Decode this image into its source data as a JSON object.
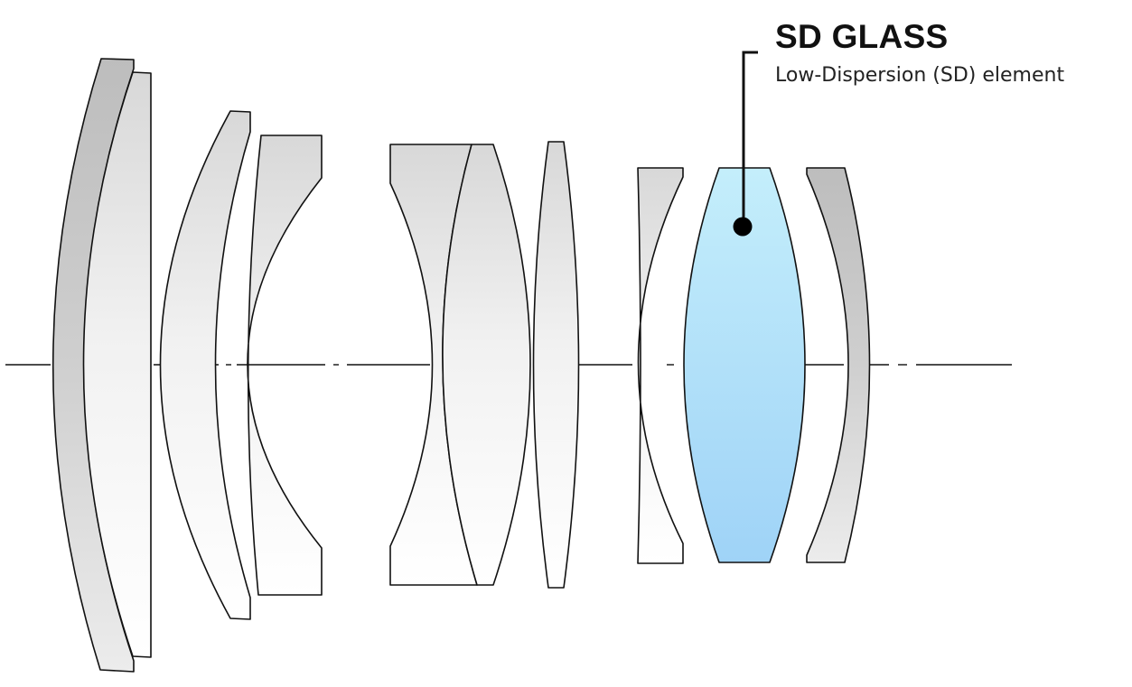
{
  "callout": {
    "title": "SD GLASS",
    "subtitle": "Low-Dispersion (SD) element"
  },
  "colors": {
    "glass_standard": "#e8e8e8",
    "glass_standard_dark": "#c4c4c4",
    "glass_sd": "#aee2f8",
    "outline": "#111111"
  },
  "elements": [
    {
      "id": 1,
      "kind": "meniscus",
      "glass": "standard"
    },
    {
      "id": 2,
      "kind": "plano-convex",
      "glass": "standard"
    },
    {
      "id": 3,
      "kind": "meniscus",
      "glass": "standard"
    },
    {
      "id": 4,
      "kind": "plano-concave",
      "glass": "standard"
    },
    {
      "id": 5,
      "kind": "biconcave",
      "glass": "standard"
    },
    {
      "id": 6,
      "kind": "biconvex",
      "glass": "standard"
    },
    {
      "id": 7,
      "kind": "biconvex",
      "glass": "standard"
    },
    {
      "id": 8,
      "kind": "plano-concave",
      "glass": "standard"
    },
    {
      "id": 9,
      "kind": "biconvex",
      "glass": "sd"
    },
    {
      "id": 10,
      "kind": "meniscus",
      "glass": "standard"
    }
  ]
}
